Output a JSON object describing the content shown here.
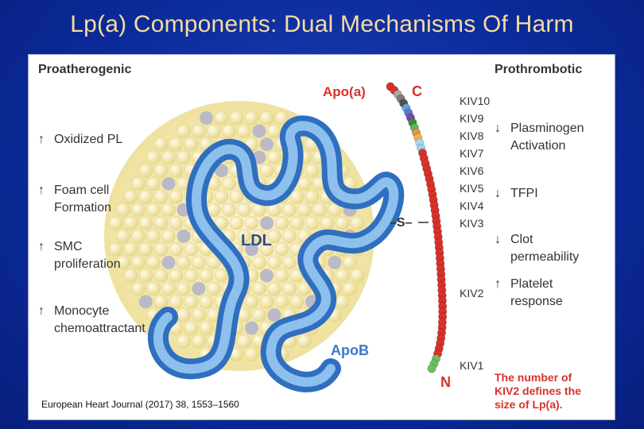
{
  "title": "Lp(a) Components: Dual Mechanisms Of Harm",
  "left_header": "Proatherogenic",
  "right_header": "Prothrombotic",
  "left_effects": [
    {
      "arrow": "↑",
      "text": "Oxidized PL"
    },
    {
      "arrow": "↑",
      "text": "Foam cell\nFormation"
    },
    {
      "arrow": "↑",
      "text": "SMC\nproliferation"
    },
    {
      "arrow": "↑",
      "text": "Monocyte\nchemoattractant"
    }
  ],
  "right_effects": [
    {
      "arrow": "↓",
      "text": "Plasminogen\nActivation"
    },
    {
      "arrow": "↓",
      "text": "TFPI"
    },
    {
      "arrow": "↓",
      "text": "Clot\npermeability"
    },
    {
      "arrow": "↑",
      "text": "Platelet\nresponse"
    }
  ],
  "labels": {
    "apoa": "Apo(a)",
    "c_terminus": "C",
    "n_terminus": "N",
    "ldl": "LDL",
    "apob": "ApoB",
    "disulfide": "–S–"
  },
  "kringles": [
    "KIV10",
    "KIV9",
    "KIV8",
    "KIV7",
    "KIV6",
    "KIV5",
    "KIV4",
    "KIV3",
    "KIV2",
    "KIV1"
  ],
  "note": "The number of\nKIV2 defines the\nsize of Lp(a).",
  "citation": "European Heart Journal (2017) 38, 1553–1560",
  "colors": {
    "background": "#0b2a98",
    "title": "#f5dca0",
    "apoa_red": "#d8322a",
    "apob_blue": "#3b78c8",
    "ldl_core": "#f6ecb8"
  }
}
